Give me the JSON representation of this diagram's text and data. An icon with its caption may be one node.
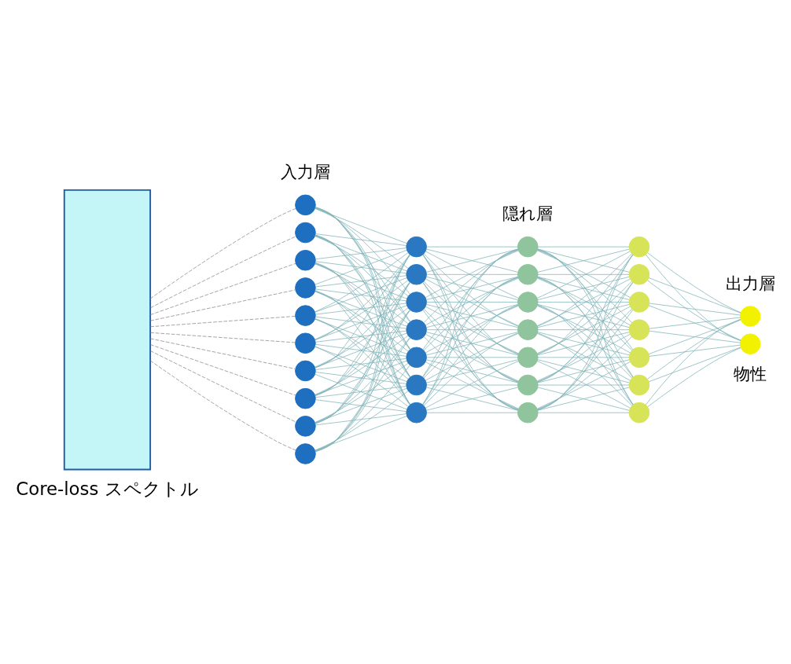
{
  "diagram": {
    "nodes": [
      {
        "text": [],
        "shape": "box",
        "beside": [
          "Core-loss スペクトル"
        ]
      },
      {
        "text": [],
        "shape": "circle"
      },
      {
        "text": [],
        "shape": "circle"
      },
      {
        "text": [],
        "shape": "circle"
      },
      {
        "text": [],
        "shape": "circle"
      },
      {
        "text": [],
        "shape": "circle"
      },
      {
        "text": [],
        "shape": "circle"
      },
      {
        "text": [],
        "shape": "circle"
      },
      {
        "text": [],
        "shape": "circle"
      },
      {
        "text": [],
        "shape": "circle"
      },
      {
        "text": [],
        "shape": "circle"
      },
      {
        "text": [],
        "shape": "circle"
      },
      {
        "text": [],
        "shape": "circle"
      },
      {
        "text": [],
        "shape": "circle"
      },
      {
        "text": [],
        "shape": "circle"
      },
      {
        "text": [],
        "shape": "circle"
      },
      {
        "text": [],
        "shape": "circle"
      },
      {
        "text": [],
        "shape": "circle"
      },
      {
        "text": [],
        "shape": "circle"
      },
      {
        "text": [],
        "shape": "circle"
      },
      {
        "text": [],
        "shape": "circle"
      },
      {
        "text": [],
        "shape": "circle"
      },
      {
        "text": [],
        "shape": "circle"
      },
      {
        "text": [],
        "shape": "circle"
      },
      {
        "text": [],
        "shape": "circle"
      },
      {
        "text": [],
        "shape": "circle"
      },
      {
        "text": [],
        "shape": "circle"
      },
      {
        "text": [],
        "shape": "circle"
      },
      {
        "text": [],
        "shape": "circle"
      },
      {
        "text": [],
        "shape": "circle"
      },
      {
        "text": [],
        "shape": "circle"
      },
      {
        "text": [],
        "shape": "circle"
      },
      {
        "text": [],
        "shape": "circle"
      },
      {
        "text": [],
        "shape": "circle"
      }
    ],
    "edges": [
      {
        "from": 0,
        "to": 1,
        "arrow": "none",
        "style": "dashed",
        "color": "#888888"
      },
      {
        "from": 0,
        "to": 2,
        "arrow": "none",
        "style": "dashed",
        "color": "#888888"
      },
      {
        "from": 0,
        "to": 3,
        "arrow": "none",
        "style": "dashed",
        "color": "#888888"
      },
      {
        "from": 0,
        "to": 4,
        "arrow": "none",
        "style": "dashed",
        "color": "#888888"
      },
      {
        "from": 0,
        "to": 5,
        "arrow": "none",
        "style": "dashed",
        "color": "#888888"
      },
      {
        "from": 0,
        "to": 6,
        "arrow": "none",
        "style": "dashed",
        "color": "#888888"
      },
      {
        "from": 0,
        "to": 7,
        "arrow": "none",
        "style": "dashed",
        "color": "#888888"
      },
      {
        "from": 0,
        "to": 8,
        "arrow": "none",
        "style": "dashed",
        "color": "#888888"
      },
      {
        "from": 0,
        "to": 9,
        "arrow": "none",
        "style": "dashed",
        "color": "#888888"
      },
      {
        "from": 0,
        "to": 10,
        "arrow": "none",
        "style": "dashed",
        "color": "#888888"
      },
      {
        "from": 1,
        "to": 11,
        "arrow": "none"
      },
      {
        "from": 1,
        "to": 12,
        "arrow": "none"
      },
      {
        "from": 1,
        "to": 13,
        "arrow": "none"
      },
      {
        "from": 1,
        "to": 14,
        "arrow": "none"
      },
      {
        "from": 1,
        "to": 15,
        "arrow": "none"
      },
      {
        "from": 1,
        "to": 16,
        "arrow": "none"
      },
      {
        "from": 1,
        "to": 17,
        "arrow": "none"
      },
      {
        "from": 2,
        "to": 11,
        "arrow": "none"
      },
      {
        "from": 2,
        "to": 12,
        "arrow": "none"
      },
      {
        "from": 2,
        "to": 13,
        "arrow": "none"
      },
      {
        "from": 2,
        "to": 14,
        "arrow": "none"
      },
      {
        "from": 2,
        "to": 15,
        "arrow": "none"
      },
      {
        "from": 2,
        "to": 16,
        "arrow": "none"
      },
      {
        "from": 2,
        "to": 17,
        "arrow": "none"
      },
      {
        "from": 3,
        "to": 11,
        "arrow": "none"
      },
      {
        "from": 3,
        "to": 12,
        "arrow": "none"
      },
      {
        "from": 3,
        "to": 13,
        "arrow": "none"
      },
      {
        "from": 3,
        "to": 14,
        "arrow": "none"
      },
      {
        "from": 3,
        "to": 15,
        "arrow": "none"
      },
      {
        "from": 3,
        "to": 16,
        "arrow": "none"
      },
      {
        "from": 3,
        "to": 17,
        "arrow": "none"
      },
      {
        "from": 4,
        "to": 11,
        "arrow": "none"
      },
      {
        "from": 4,
        "to": 12,
        "arrow": "none"
      },
      {
        "from": 4,
        "to": 13,
        "arrow": "none"
      },
      {
        "from": 4,
        "to": 14,
        "arrow": "none"
      },
      {
        "from": 4,
        "to": 15,
        "arrow": "none"
      },
      {
        "from": 4,
        "to": 16,
        "arrow": "none"
      },
      {
        "from": 4,
        "to": 17,
        "arrow": "none"
      },
      {
        "from": 5,
        "to": 11,
        "arrow": "none"
      },
      {
        "from": 5,
        "to": 12,
        "arrow": "none"
      },
      {
        "from": 5,
        "to": 13,
        "arrow": "none"
      },
      {
        "from": 5,
        "to": 14,
        "arrow": "none"
      },
      {
        "from": 5,
        "to": 15,
        "arrow": "none"
      },
      {
        "from": 5,
        "to": 16,
        "arrow": "none"
      },
      {
        "from": 5,
        "to": 17,
        "arrow": "none"
      },
      {
        "from": 6,
        "to": 11,
        "arrow": "none"
      },
      {
        "from": 6,
        "to": 12,
        "arrow": "none"
      },
      {
        "from": 6,
        "to": 13,
        "arrow": "none"
      },
      {
        "from": 6,
        "to": 14,
        "arrow": "none"
      },
      {
        "from": 6,
        "to": 15,
        "arrow": "none"
      },
      {
        "from": 6,
        "to": 16,
        "arrow": "none"
      },
      {
        "from": 6,
        "to": 17,
        "arrow": "none"
      },
      {
        "from": 7,
        "to": 11,
        "arrow": "none"
      },
      {
        "from": 7,
        "to": 12,
        "arrow": "none"
      },
      {
        "from": 7,
        "to": 13,
        "arrow": "none"
      },
      {
        "from": 7,
        "to": 14,
        "arrow": "none"
      },
      {
        "from": 7,
        "to": 15,
        "arrow": "none"
      },
      {
        "from": 7,
        "to": 16,
        "arrow": "none"
      },
      {
        "from": 7,
        "to": 17,
        "arrow": "none"
      },
      {
        "from": 8,
        "to": 11,
        "arrow": "none"
      },
      {
        "from": 8,
        "to": 12,
        "arrow": "none"
      },
      {
        "from": 8,
        "to": 13,
        "arrow": "none"
      },
      {
        "from": 8,
        "to": 14,
        "arrow": "none"
      },
      {
        "from": 8,
        "to": 15,
        "arrow": "none"
      },
      {
        "from": 8,
        "to": 16,
        "arrow": "none"
      },
      {
        "from": 8,
        "to": 17,
        "arrow": "none"
      },
      {
        "from": 9,
        "to": 11,
        "arrow": "none"
      },
      {
        "from": 9,
        "to": 12,
        "arrow": "none"
      },
      {
        "from": 9,
        "to": 13,
        "arrow": "none"
      },
      {
        "from": 9,
        "to": 14,
        "arrow": "none"
      },
      {
        "from": 9,
        "to": 15,
        "arrow": "none"
      },
      {
        "from": 9,
        "to": 16,
        "arrow": "none"
      },
      {
        "from": 9,
        "to": 17,
        "arrow": "none"
      },
      {
        "from": 10,
        "to": 11,
        "arrow": "none"
      },
      {
        "from": 10,
        "to": 12,
        "arrow": "none"
      },
      {
        "from": 10,
        "to": 13,
        "arrow": "none"
      },
      {
        "from": 10,
        "to": 14,
        "arrow": "none"
      },
      {
        "from": 10,
        "to": 15,
        "arrow": "none"
      },
      {
        "from": 10,
        "to": 16,
        "arrow": "none"
      },
      {
        "from": 10,
        "to": 17,
        "arrow": "none"
      },
      {
        "from": 11,
        "to": 18,
        "arrow": "none"
      },
      {
        "from": 11,
        "to": 19,
        "arrow": "none"
      },
      {
        "from": 11,
        "to": 20,
        "arrow": "none"
      },
      {
        "from": 11,
        "to": 21,
        "arrow": "none"
      },
      {
        "from": 11,
        "to": 22,
        "arrow": "none"
      },
      {
        "from": 11,
        "to": 23,
        "arrow": "none"
      },
      {
        "from": 11,
        "to": 24,
        "arrow": "none"
      },
      {
        "from": 12,
        "to": 18,
        "arrow": "none"
      },
      {
        "from": 12,
        "to": 19,
        "arrow": "none"
      },
      {
        "from": 12,
        "to": 20,
        "arrow": "none"
      },
      {
        "from": 12,
        "to": 21,
        "arrow": "none"
      },
      {
        "from": 12,
        "to": 22,
        "arrow": "none"
      },
      {
        "from": 12,
        "to": 23,
        "arrow": "none"
      },
      {
        "from": 12,
        "to": 24,
        "arrow": "none"
      },
      {
        "from": 13,
        "to": 18,
        "arrow": "none"
      },
      {
        "from": 13,
        "to": 19,
        "arrow": "none"
      },
      {
        "from": 13,
        "to": 20,
        "arrow": "none"
      },
      {
        "from": 13,
        "to": 21,
        "arrow": "none"
      },
      {
        "from": 13,
        "to": 22,
        "arrow": "none"
      },
      {
        "from": 13,
        "to": 23,
        "arrow": "none"
      },
      {
        "from": 13,
        "to": 24,
        "arrow": "none"
      },
      {
        "from": 14,
        "to": 18,
        "arrow": "none"
      },
      {
        "from": 14,
        "to": 19,
        "arrow": "none"
      },
      {
        "from": 14,
        "to": 20,
        "arrow": "none"
      },
      {
        "from": 14,
        "to": 21,
        "arrow": "none"
      },
      {
        "from": 14,
        "to": 22,
        "arrow": "none"
      },
      {
        "from": 14,
        "to": 23,
        "arrow": "none"
      },
      {
        "from": 14,
        "to": 24,
        "arrow": "none"
      },
      {
        "from": 15,
        "to": 18,
        "arrow": "none"
      },
      {
        "from": 15,
        "to": 19,
        "arrow": "none"
      },
      {
        "from": 15,
        "to": 20,
        "arrow": "none"
      },
      {
        "from": 15,
        "to": 21,
        "arrow": "none"
      },
      {
        "from": 15,
        "to": 22,
        "arrow": "none"
      },
      {
        "from": 15,
        "to": 23,
        "arrow": "none"
      },
      {
        "from": 15,
        "to": 24,
        "arrow": "none"
      },
      {
        "from": 16,
        "to": 18,
        "arrow": "none"
      },
      {
        "from": 16,
        "to": 19,
        "arrow": "none"
      },
      {
        "from": 16,
        "to": 20,
        "arrow": "none"
      },
      {
        "from": 16,
        "to": 21,
        "arrow": "none"
      },
      {
        "from": 16,
        "to": 22,
        "arrow": "none"
      },
      {
        "from": 16,
        "to": 23,
        "arrow": "none"
      },
      {
        "from": 16,
        "to": 24,
        "arrow": "none"
      },
      {
        "from": 17,
        "to": 18,
        "arrow": "none"
      },
      {
        "from": 17,
        "to": 19,
        "arrow": "none"
      },
      {
        "from": 17,
        "to": 20,
        "arrow": "none"
      },
      {
        "from": 17,
        "to": 21,
        "arrow": "none"
      },
      {
        "from": 17,
        "to": 22,
        "arrow": "none"
      },
      {
        "from": 17,
        "to": 23,
        "arrow": "none"
      },
      {
        "from": 17,
        "to": 24,
        "arrow": "none"
      },
      {
        "from": 18,
        "to": 25,
        "arrow": "none"
      },
      {
        "from": 18,
        "to": 26,
        "arrow": "none"
      },
      {
        "from": 18,
        "to": 27,
        "arrow": "none"
      },
      {
        "from": 18,
        "to": 28,
        "arrow": "none"
      },
      {
        "from": 18,
        "to": 29,
        "arrow": "none"
      },
      {
        "from": 18,
        "to": 30,
        "arrow": "none"
      },
      {
        "from": 18,
        "to": 31,
        "arrow": "none"
      },
      {
        "from": 19,
        "to": 25,
        "arrow": "none"
      },
      {
        "from": 19,
        "to": 26,
        "arrow": "none"
      },
      {
        "from": 19,
        "to": 27,
        "arrow": "none"
      },
      {
        "from": 19,
        "to": 28,
        "arrow": "none"
      },
      {
        "from": 19,
        "to": 29,
        "arrow": "none"
      },
      {
        "from": 19,
        "to": 30,
        "arrow": "none"
      },
      {
        "from": 19,
        "to": 31,
        "arrow": "none"
      },
      {
        "from": 20,
        "to": 25,
        "arrow": "none"
      },
      {
        "from": 20,
        "to": 26,
        "arrow": "none"
      },
      {
        "from": 20,
        "to": 27,
        "arrow": "none"
      },
      {
        "from": 20,
        "to": 28,
        "arrow": "none"
      },
      {
        "from": 20,
        "to": 29,
        "arrow": "none"
      },
      {
        "from": 20,
        "to": 30,
        "arrow": "none"
      },
      {
        "from": 20,
        "to": 31,
        "arrow": "none"
      },
      {
        "from": 21,
        "to": 25,
        "arrow": "none"
      },
      {
        "from": 21,
        "to": 26,
        "arrow": "none"
      },
      {
        "from": 21,
        "to": 27,
        "arrow": "none"
      },
      {
        "from": 21,
        "to": 28,
        "arrow": "none"
      },
      {
        "from": 21,
        "to": 29,
        "arrow": "none"
      },
      {
        "from": 21,
        "to": 30,
        "arrow": "none"
      },
      {
        "from": 21,
        "to": 31,
        "arrow": "none"
      },
      {
        "from": 22,
        "to": 25,
        "arrow": "none"
      },
      {
        "from": 22,
        "to": 26,
        "arrow": "none"
      },
      {
        "from": 22,
        "to": 27,
        "arrow": "none"
      },
      {
        "from": 22,
        "to": 28,
        "arrow": "none"
      },
      {
        "from": 22,
        "to": 29,
        "arrow": "none"
      },
      {
        "from": 22,
        "to": 30,
        "arrow": "none"
      },
      {
        "from": 22,
        "to": 31,
        "arrow": "none"
      },
      {
        "from": 23,
        "to": 25,
        "arrow": "none"
      },
      {
        "from": 23,
        "to": 26,
        "arrow": "none"
      },
      {
        "from": 23,
        "to": 27,
        "arrow": "none"
      },
      {
        "from": 23,
        "to": 28,
        "arrow": "none"
      },
      {
        "from": 23,
        "to": 29,
        "arrow": "none"
      },
      {
        "from": 23,
        "to": 30,
        "arrow": "none"
      },
      {
        "from": 23,
        "to": 31,
        "arrow": "none"
      },
      {
        "from": 24,
        "to": 25,
        "arrow": "none"
      },
      {
        "from": 24,
        "to": 26,
        "arrow": "none"
      },
      {
        "from": 24,
        "to": 27,
        "arrow": "none"
      },
      {
        "from": 24,
        "to": 28,
        "arrow": "none"
      },
      {
        "from": 24,
        "to": 29,
        "arrow": "none"
      },
      {
        "from": 24,
        "to": 30,
        "arrow": "none"
      },
      {
        "from": 24,
        "to": 31,
        "arrow": "none"
      },
      {
        "from": 25,
        "to": 32,
        "arrow": "none"
      },
      {
        "from": 25,
        "to": 33,
        "arrow": "none"
      },
      {
        "from": 26,
        "to": 32,
        "arrow": "none"
      },
      {
        "from": 26,
        "to": 33,
        "arrow": "none"
      },
      {
        "from": 27,
        "to": 32,
        "arrow": "none"
      },
      {
        "from": 27,
        "to": 33,
        "arrow": "none"
      },
      {
        "from": 28,
        "to": 32,
        "arrow": "none"
      },
      {
        "from": 28,
        "to": 33,
        "arrow": "none"
      },
      {
        "from": 29,
        "to": 32,
        "arrow": "none"
      },
      {
        "from": 29,
        "to": 33,
        "arrow": "none"
      },
      {
        "from": 30,
        "to": 32,
        "arrow": "none"
      },
      {
        "from": 30,
        "to": 33,
        "arrow": "none"
      },
      {
        "from": 31,
        "to": 32,
        "arrow": "none"
      },
      {
        "from": 31,
        "to": 33,
        "arrow": "none"
      }
    ],
    "labels": [
      "入力層",
      "隠れ層",
      "出力層",
      "物性"
    ]
  }
}
